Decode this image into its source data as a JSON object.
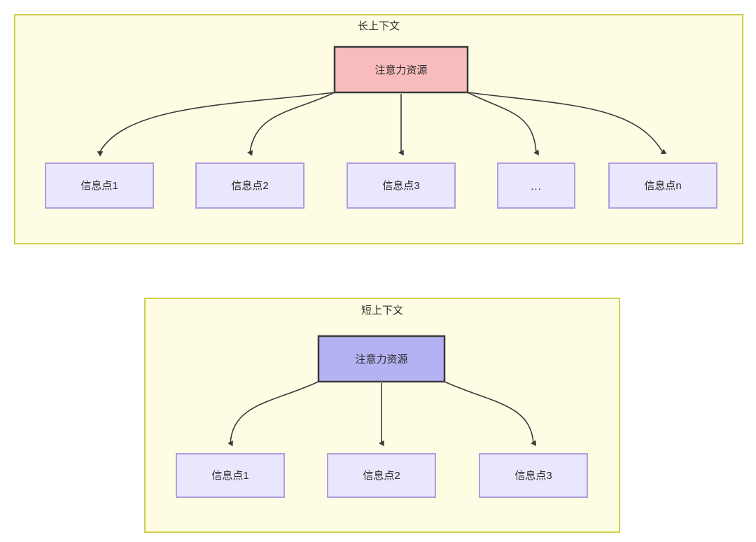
{
  "palette": {
    "container_fill": "#fefde4",
    "container_stroke": "#cfcf50",
    "pink_fill": "#f9bcbc",
    "purple_fill": "#b4b2f2",
    "lavender_fill": "#e8e7fd",
    "lavender_stroke": "#b39ddb",
    "node_stroke": "#3a3a3a",
    "edge_stroke": "#3a3a3a",
    "text": "#2b2b2b",
    "page_background": "#ffffff"
  },
  "long_context": {
    "title": "长上下文",
    "root": {
      "label": "注意力资源"
    },
    "leaves": [
      {
        "label": "信息点1"
      },
      {
        "label": "信息点2"
      },
      {
        "label": "信息点3"
      },
      {
        "label": "..."
      },
      {
        "label": "信息点n"
      }
    ]
  },
  "short_context": {
    "title": "短上下文",
    "root": {
      "label": "注意力资源"
    },
    "leaves": [
      {
        "label": "信息点1"
      },
      {
        "label": "信息点2"
      },
      {
        "label": "信息点3"
      }
    ]
  }
}
